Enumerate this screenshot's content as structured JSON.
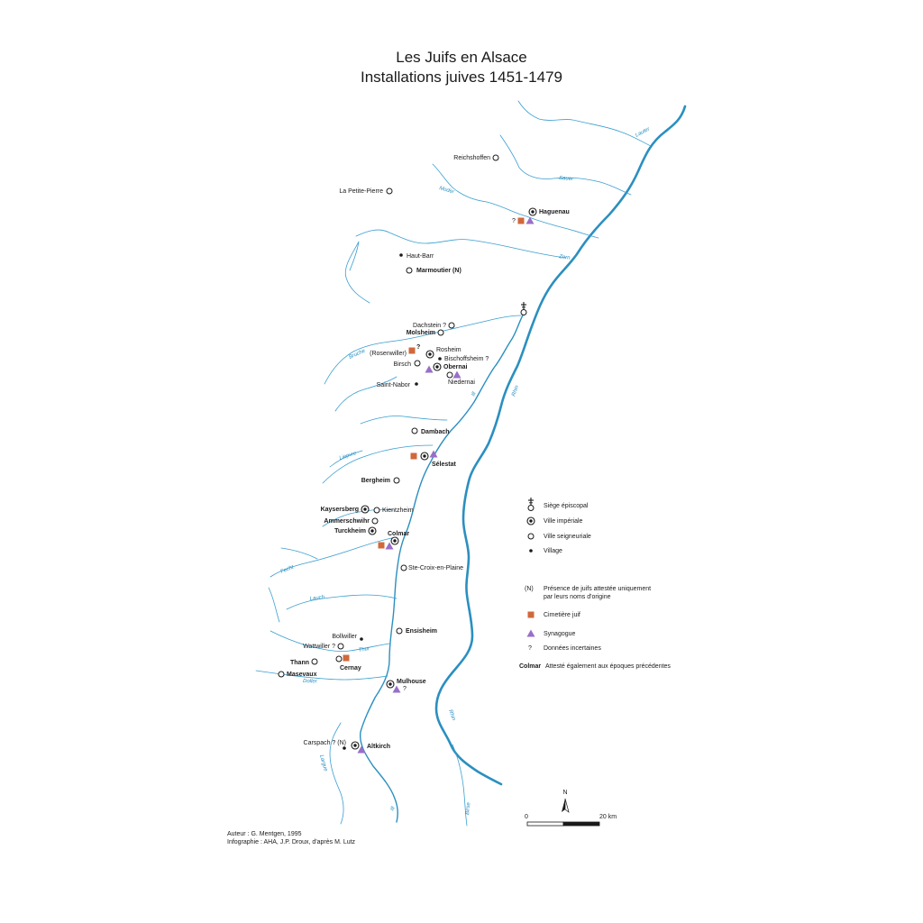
{
  "title": {
    "line1": "Les Juifs en Alsace",
    "line2": "Installations juives 1451-1479"
  },
  "colors": {
    "river": "#2b8fc0",
    "cemetery": "#d0683c",
    "synagogue": "#9a6ec8",
    "ink": "#1a1a1a"
  },
  "rivers": {
    "lauter": "Lauter",
    "sauer": "Sauer",
    "moder": "Moder",
    "zorn": "Zorn",
    "bruche": "Bruche",
    "ill_north": "Ill",
    "lieppvre": "Liepvre",
    "fecht": "Fecht",
    "lauch": "Lauch",
    "thur": "Thur",
    "doller": "Doller",
    "largue": "Largue",
    "ill_south": "Ill",
    "rhin_north": "Rhin",
    "rhin_south": "Rhin",
    "birse": "Birse"
  },
  "places": {
    "reichshoffen": "Reichshoffen",
    "petite_pierre": "La Petite-Pierre",
    "haguenau": "Haguenau",
    "haguenau_q": "?",
    "haut_barr": "Haut-Barr",
    "marmoutier": "Marmoutier (N)",
    "dachstein": "Dachstein ?",
    "molsheim": "Molsheim",
    "rosenwiller": "(Rosenwiller)",
    "rosenwiller_q": "?",
    "rosheim": "Rosheim",
    "bischoffsheim": "Bischoffsheim ?",
    "birsch": "Birsch",
    "obernai": "Obernai",
    "niedernai": "Niedernai",
    "saint_nabor": "Saint-Nabor",
    "dambach": "Dambach",
    "selestat": "Sélestat",
    "bergheim": "Bergheim",
    "kaysersberg": "Kaysersberg",
    "kientzheim": "Kientzheim",
    "ammerschwihr": "Ammerschwihr",
    "turckheim": "Turckheim",
    "colmar": "Colmar",
    "ste_croix": "Ste-Croix-en-Plaine",
    "bollwiller": "Bollwiller",
    "wattwiller": "Wattwiller ?",
    "ensisheim": "Ensisheim",
    "thann": "Thann",
    "cernay": "Cernay",
    "masevaux": "Masevaux",
    "mulhouse": "Mulhouse",
    "mulhouse_q": "?",
    "carspach": "Carspach ? (N)",
    "altkirch": "Altkirch"
  },
  "legend": {
    "siege": "Siège épiscopal",
    "imperiale": "Ville impériale",
    "seigneuriale": "Ville seigneuriale",
    "village": "Village",
    "n_marker": "(N)",
    "n_line1": "Présence de juifs attestée uniquement",
    "n_line2": "par leurs noms d'origine",
    "cemetery": "Cimetière juif",
    "synagogue": "Synagogue",
    "q_marker": "?",
    "uncertain": "Données incertaines",
    "colmar_marker": "Colmar",
    "earlier": "Attesté également aux époques précédentes"
  },
  "scale": {
    "zero": "0",
    "end": "20 km",
    "north": "N"
  },
  "credits": {
    "author": "Auteur : G. Mentgen, 1995",
    "infographie": "Infographie : AHA, J.P. Droux, d'après M. Lutz"
  }
}
